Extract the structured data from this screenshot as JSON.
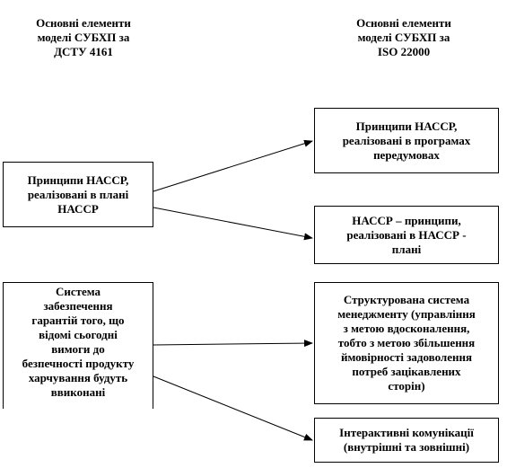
{
  "headers": {
    "left": [
      "Основні елементи",
      "моделі СУБХП за",
      "ДСТУ 4161"
    ],
    "right": [
      "Основні елементи",
      "моделі СУБХП за",
      "ISO 22000"
    ]
  },
  "left_boxes": [
    {
      "lines": [
        "Принципи НАССР,",
        "реалізовані в плані",
        "НАССР"
      ]
    },
    {
      "lines": [
        "Система",
        "забезпечення",
        "гарантій того, що",
        "відомі сьогодні",
        "вимоги до",
        "безпечності продукту",
        "харчування будуть",
        "ввиконані"
      ]
    }
  ],
  "right_boxes": [
    {
      "lines": [
        "Принципи НАССР,",
        "реалізовані в програмах",
        "передумовах"
      ]
    },
    {
      "lines": [
        "НАССР – принципи,",
        "реалізовані в НАССР -",
        "плані"
      ]
    },
    {
      "lines": [
        "Структурована система",
        "менеджменту (управління",
        "з метою вдосконалення,",
        "тобто з метою збільшення",
        "ймовірності задоволення",
        "потреб зацікавлених",
        "сторін)"
      ]
    },
    {
      "lines": [
        "Інтерактивні комунікації",
        "(внутрішні  та зовнішні)"
      ]
    }
  ]
}
